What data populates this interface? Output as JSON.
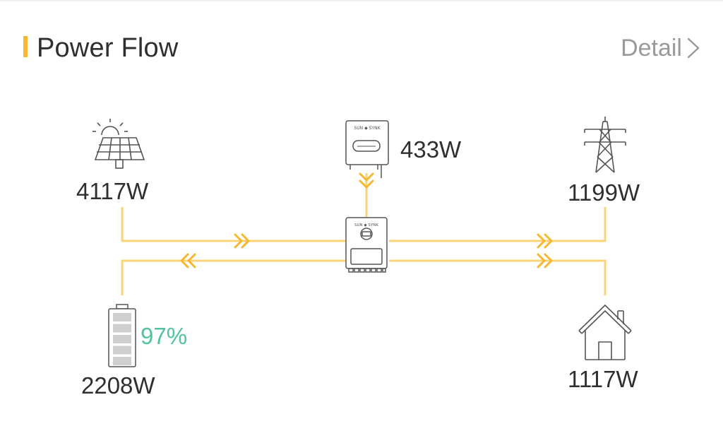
{
  "header": {
    "title": "Power Flow",
    "detail_label": "Detail"
  },
  "colors": {
    "accent": "#f5b82e",
    "flow_line": "#fbd47a",
    "soc": "#52c3a0",
    "text": "#2f2f2f",
    "muted": "#9a9a9a"
  },
  "flow": {
    "solar": {
      "icon": "solar-panel-icon",
      "power": "4117W"
    },
    "generator": {
      "icon": "generator-inverter-icon",
      "power": "433W"
    },
    "grid": {
      "icon": "power-tower-icon",
      "power": "1199W"
    },
    "battery": {
      "icon": "battery-icon",
      "power": "2208W",
      "soc": "97%",
      "soc_level": 0.97
    },
    "load": {
      "icon": "house-icon",
      "power": "1117W"
    },
    "inverter": {
      "icon": "hybrid-inverter-icon"
    }
  }
}
